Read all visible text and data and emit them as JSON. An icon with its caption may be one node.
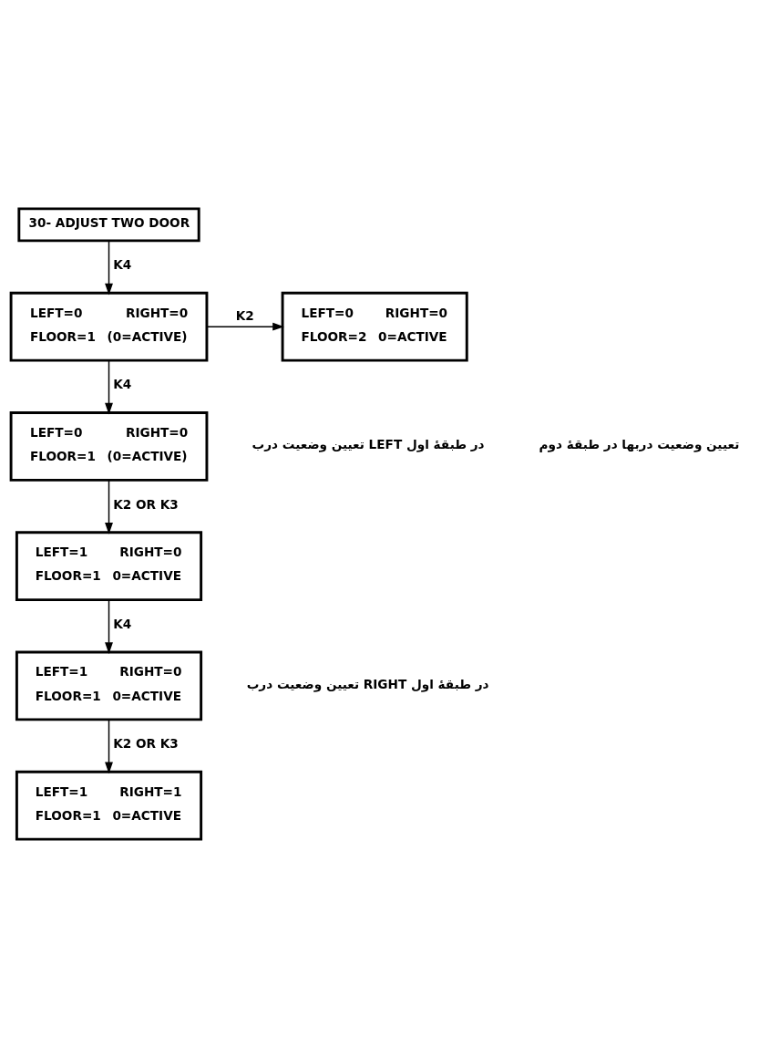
{
  "diagram": {
    "nodes": [
      {
        "text": [
          "30- ADJUST TWO DOOR"
        ]
      },
      {
        "text": [
          "LEFT=0",
          "RIGHT=0",
          "FLOOR=1",
          "(0=ACTIVE)"
        ]
      },
      {
        "text": [
          "LEFT=0",
          "RIGHT=0",
          "FLOOR=2",
          "0=ACTIVE"
        ]
      },
      {
        "text": [
          "LEFT=0",
          "RIGHT=0",
          "FLOOR=1",
          "(0=ACTIVE)"
        ],
        "beside": [
          "تعیین وضعیت درب LEFT در طبقهٔ اول"
        ]
      },
      {
        "text": [
          "LEFT=1",
          "RIGHT=0",
          "FLOOR=1",
          "0=ACTIVE"
        ]
      },
      {
        "text": [
          "LEFT=1",
          "RIGHT=0",
          "FLOOR=1",
          "0=ACTIVE"
        ],
        "beside": [
          "تعیین وضعیت درب RIGHT در طبقهٔ اول"
        ]
      },
      {
        "text": [
          "LEFT=1",
          "RIGHT=1",
          "FLOOR=1",
          "0=ACTIVE"
        ]
      }
    ],
    "edges": [
      {
        "from": 0,
        "to": 1,
        "arrow": "to",
        "label": "K4"
      },
      {
        "from": 1,
        "to": 2,
        "arrow": "to",
        "label": "K2"
      },
      {
        "from": 1,
        "to": 3,
        "arrow": "to",
        "label": "K4"
      },
      {
        "from": 3,
        "to": 4,
        "arrow": "to",
        "label": "K2 OR K3"
      },
      {
        "from": 4,
        "to": 5,
        "arrow": "to",
        "label": "K4"
      },
      {
        "from": 5,
        "to": 6,
        "arrow": "to",
        "label": "K2 OR K3"
      }
    ],
    "labels": [
      "تعیین وضعیت دربها در طبقهٔ دوم"
    ]
  }
}
